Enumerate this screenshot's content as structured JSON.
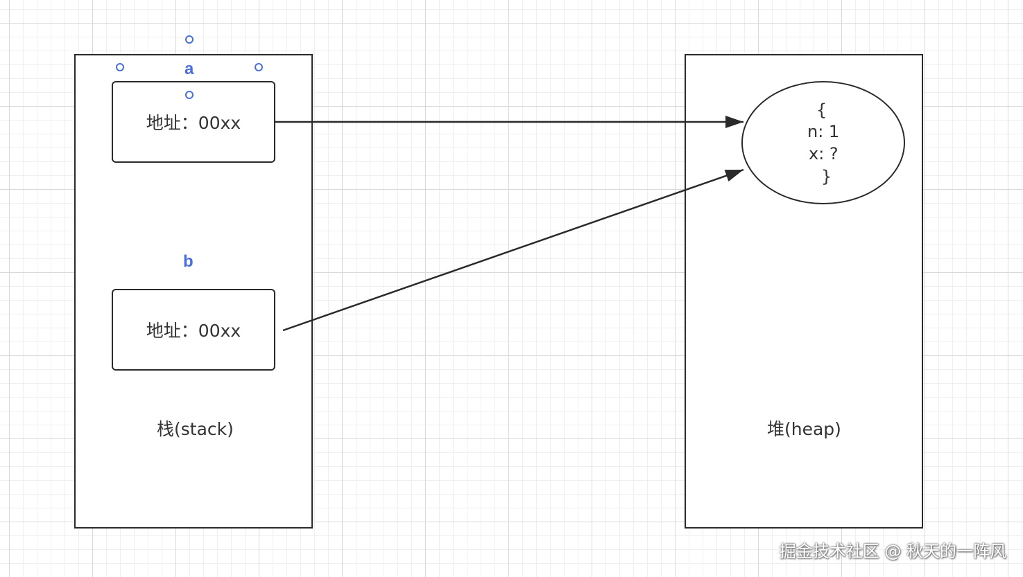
{
  "stack": {
    "label": "栈(stack)",
    "variables": [
      {
        "name": "a",
        "value": "地址：00xx"
      },
      {
        "name": "b",
        "value": "地址：00xx"
      }
    ]
  },
  "heap": {
    "label": "堆(heap)",
    "object": {
      "open_brace": "{",
      "line1": "n: 1",
      "line2": "x: ?",
      "close_brace": "}"
    }
  },
  "watermark": "掘金技术社区 @ 秋天的一阵风",
  "colors": {
    "variable_label": "#4a6fd8",
    "selection_handle": "#4a6fd8",
    "stroke": "#2a2a2a"
  }
}
